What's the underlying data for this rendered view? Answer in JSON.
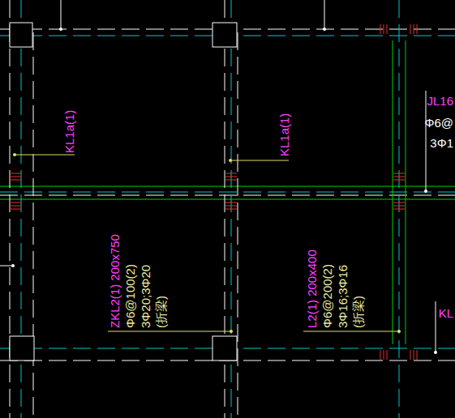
{
  "diagram": {
    "labels": [
      "KL1a(1)",
      "KL1a(1)",
      "JL16",
      "Φ6@",
      "3Φ1",
      "ZKL2(1) 200x750",
      "Φ6@100(2)",
      "3Φ20;3Φ20",
      "(折梁)",
      "L2(1) 200x400",
      "Φ6@200(2)",
      "3Φ16;3Φ16",
      "(折梁)",
      "KL"
    ]
  }
}
